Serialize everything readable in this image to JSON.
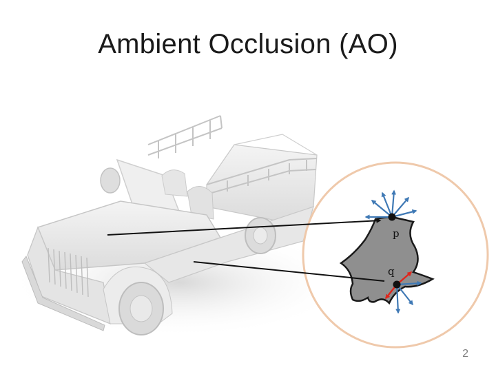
{
  "slide": {
    "title": "Ambient Occlusion (AO)",
    "page_number": "2"
  },
  "diagram": {
    "point_p_label": "p",
    "point_q_label": "q",
    "colors": {
      "ray_unoccluded": "#3f79b5",
      "ray_occluded": "#e0261c",
      "hemisphere_circle": "#efc9ab",
      "surface_fill": "#8f8f8f",
      "pointer_line": "#111111",
      "vehicle_body": "#e9e9e9"
    }
  }
}
